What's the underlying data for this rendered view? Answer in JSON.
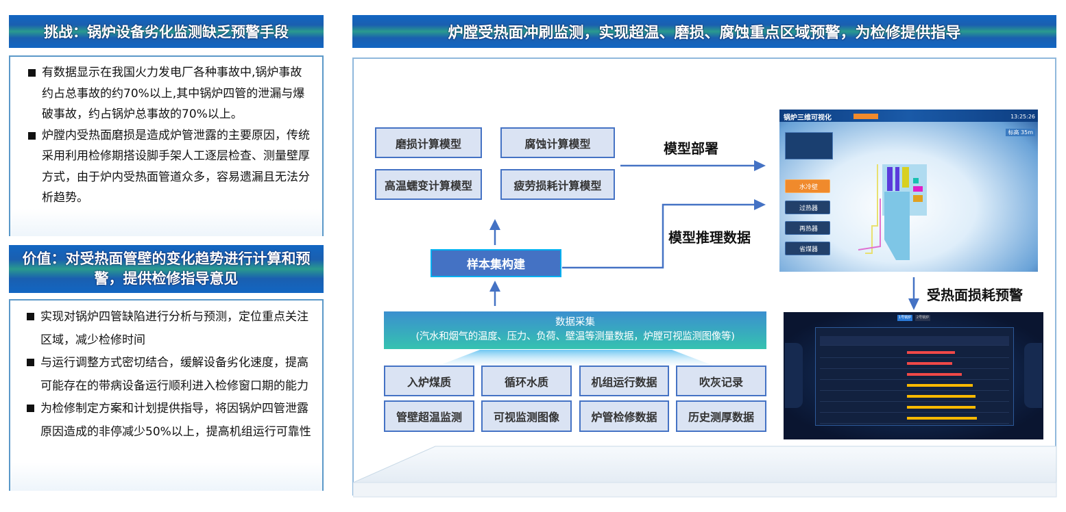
{
  "left": {
    "challenge_title": "挑战：锅炉设备劣化监测缺乏预警手段",
    "challenge_points": [
      "有数据显示在我国火力发电厂各种事故中,锅炉事故约占总事故的约70%以上,其中锅炉四管的泄漏与爆破事故，约占锅炉总事故的70%以上。",
      "炉膛内受热面磨损是造成炉管泄露的主要原因，传统采用利用检修期搭设脚手架人工逐层检查、测量壁厚方式，由于炉内受热面管道众多，容易遗漏且无法分析趋势。"
    ],
    "value_title": "价值：对受热面管壁的变化趋势进行计算和预警，提供检修指导意见",
    "value_points": [
      "实现对锅炉四管缺陷进行分析与预测，定位重点关注区域，减少检修时间",
      "与运行调整方式密切结合，缓解设备劣化速度，提高可能存在的带病设备运行顺利进入检修窗口期的能力",
      "为检修制定方案和计划提供指导，将因锅炉四管泄露原因造成的非停减少50%以上，提高机组运行可靠性"
    ]
  },
  "right": {
    "title": "炉膛受热面冲刷监测，实现超温、磨损、腐蚀重点区域预警，为检修提供指导",
    "models": [
      "磨损计算模型",
      "腐蚀计算模型",
      "高温蠕变计算模型",
      "疲劳损耗计算模型"
    ],
    "deploy_label": "模型部署",
    "inference_label": "模型推理数据",
    "sample_label": "样本集构建",
    "collect_title": "数据采集",
    "collect_detail": "(汽水和烟气的温度、压力、负荷、壁温等测量数据，炉膛可视监测图像等)",
    "sources": [
      "入炉煤质",
      "循环水质",
      "机组运行数据",
      "吹灰记录",
      "管壁超温监测",
      "可视监测图像",
      "炉管检修数据",
      "历史测厚数据"
    ],
    "warning_label": "受热面损耗预警"
  },
  "viz3d": {
    "title": "锅炉三维可视化",
    "time": "13:25:26",
    "elevation": "标高 35m",
    "menu": [
      "水冷壁",
      "过热器",
      "再热器",
      "省煤器"
    ]
  },
  "dashboard": {
    "tabs": [
      "1号锅炉",
      "2号锅炉"
    ]
  },
  "colors": {
    "header": "#1266c2",
    "model_fill": "#dae3f3",
    "model_border": "#4472c4",
    "accent": "#00b0f0"
  }
}
